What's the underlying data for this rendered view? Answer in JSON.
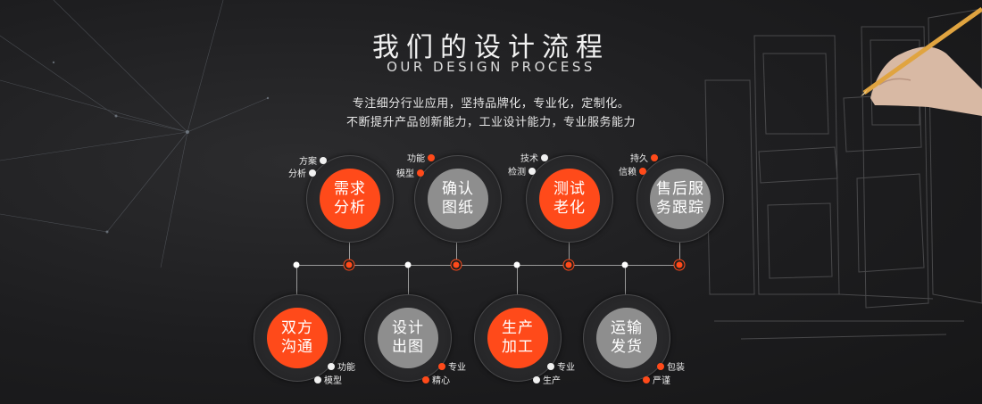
{
  "header": {
    "title_cn": "我们的设计流程",
    "title_en": "OUR DESIGN PROCESS",
    "desc_line1": "专注细分行业应用，坚持品牌化，专业化，定制化。",
    "desc_line2": "不断提升产品创新能力，工业设计能力，专业服务能力"
  },
  "colors": {
    "accent": "#ff4a1a",
    "gray": "#8e8e8e",
    "background": "#1d1d1f"
  },
  "top_steps": [
    {
      "line1": "需求",
      "line2": "分析",
      "color": "orange",
      "tag1": "方案",
      "tag1_color": "white",
      "tag2": "分析",
      "tag2_color": "white"
    },
    {
      "line1": "确认",
      "line2": "图纸",
      "color": "gray",
      "tag1": "功能",
      "tag1_color": "orange",
      "tag2": "模型",
      "tag2_color": "orange"
    },
    {
      "line1": "测试",
      "line2": "老化",
      "color": "orange",
      "tag1": "技术",
      "tag1_color": "white",
      "tag2": "检测",
      "tag2_color": "white"
    },
    {
      "line1": "售后服",
      "line2": "务跟踪",
      "color": "gray",
      "tag1": "持久",
      "tag1_color": "orange",
      "tag2": "信赖",
      "tag2_color": "orange"
    }
  ],
  "bottom_steps": [
    {
      "line1": "双方",
      "line2": "沟通",
      "color": "orange",
      "tag1": "功能",
      "tag1_color": "white",
      "tag2": "模型",
      "tag2_color": "white"
    },
    {
      "line1": "设计",
      "line2": "出图",
      "color": "gray",
      "tag1": "专业",
      "tag1_color": "orange",
      "tag2": "精心",
      "tag2_color": "orange"
    },
    {
      "line1": "生产",
      "line2": "加工",
      "color": "orange",
      "tag1": "专业",
      "tag1_color": "white",
      "tag2": "生产",
      "tag2_color": "white"
    },
    {
      "line1": "运输",
      "line2": "发货",
      "color": "gray",
      "tag1": "包装",
      "tag1_color": "orange",
      "tag2": "严谨",
      "tag2_color": "orange"
    }
  ]
}
